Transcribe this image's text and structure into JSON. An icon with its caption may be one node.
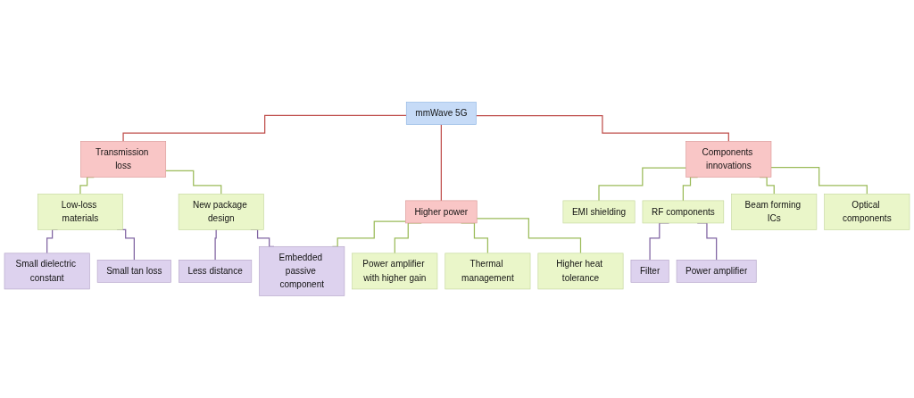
{
  "diagram": {
    "nodes": [
      {
        "text": [
          "mmWave 5G"
        ]
      },
      {
        "text": [
          "Transmission loss"
        ]
      },
      {
        "text": [
          "Higher power"
        ]
      },
      {
        "text": [
          "Components innovations"
        ]
      },
      {
        "text": [
          "Low-loss materials"
        ]
      },
      {
        "text": [
          "New package design"
        ]
      },
      {
        "text": [
          "Small dielectric constant"
        ]
      },
      {
        "text": [
          "Small tan loss"
        ]
      },
      {
        "text": [
          "Less distance"
        ]
      },
      {
        "text": [
          "Embedded passive component"
        ]
      },
      {
        "text": [
          "Power amplifier with higher gain"
        ]
      },
      {
        "text": [
          "Thermal management"
        ]
      },
      {
        "text": [
          "Higher heat tolerance"
        ]
      },
      {
        "text": [
          "EMI shielding"
        ]
      },
      {
        "text": [
          "RF components"
        ]
      },
      {
        "text": [
          "Beam forming ICs"
        ]
      },
      {
        "text": [
          "Optical components"
        ]
      },
      {
        "text": [
          "Filter"
        ]
      },
      {
        "text": [
          "Power amplifier"
        ]
      }
    ],
    "edges": [
      {
        "from": 0,
        "to": 1,
        "arrow": "none",
        "color": "#c0504d"
      },
      {
        "from": 0,
        "to": 2,
        "arrow": "none",
        "color": "#c0504d"
      },
      {
        "from": 0,
        "to": 3,
        "arrow": "none",
        "color": "#c0504d"
      },
      {
        "from": 1,
        "to": 4,
        "arrow": "none"
      },
      {
        "from": 1,
        "to": 5,
        "arrow": "none"
      },
      {
        "from": 4,
        "to": 6,
        "arrow": "none",
        "color": "#8064a2"
      },
      {
        "from": 4,
        "to": 7,
        "arrow": "none",
        "color": "#8064a2"
      },
      {
        "from": 5,
        "to": 8,
        "arrow": "none",
        "color": "#8064a2"
      },
      {
        "from": 5,
        "to": 9,
        "arrow": "none",
        "color": "#8064a2"
      },
      {
        "from": 2,
        "to": 10,
        "arrow": "none"
      },
      {
        "from": 2,
        "to": 11,
        "arrow": "none"
      },
      {
        "from": 2,
        "to": 12,
        "arrow": "none"
      },
      {
        "from": 2,
        "to": 9,
        "arrow": "none"
      },
      {
        "from": 3,
        "to": 13,
        "arrow": "none"
      },
      {
        "from": 3,
        "to": 14,
        "arrow": "none"
      },
      {
        "from": 3,
        "to": 15,
        "arrow": "none"
      },
      {
        "from": 3,
        "to": 16,
        "arrow": "none"
      },
      {
        "from": 14,
        "to": 17,
        "arrow": "none",
        "color": "#8064a2"
      },
      {
        "from": 14,
        "to": 18,
        "arrow": "none",
        "color": "#8064a2"
      }
    ]
  }
}
